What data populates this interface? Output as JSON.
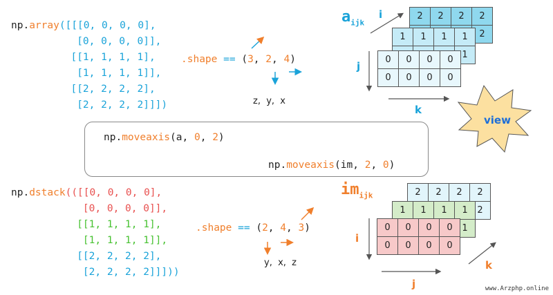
{
  "top": {
    "call": {
      "obj": "np",
      "fn": "array"
    },
    "lines": [
      "([[[0, 0, 0, 0],",
      "   [0, 0, 0, 0]],",
      "  [[1, 1, 1, 1],",
      "   [1, 1, 1, 1]],",
      "  [[2, 2, 2, 2],",
      "   [2, 2, 2, 2]]])"
    ],
    "shape_attr": ".shape",
    "shape_eq": "==",
    "shape_open": "(",
    "shape_vals": [
      "3",
      "2",
      "4"
    ],
    "shape_close": ")",
    "axes_text": "z,  y,  x",
    "var_name": "a",
    "var_sub": "ijk",
    "axis_i": "i",
    "axis_j": "j",
    "axis_k": "k",
    "layers": [
      {
        "value": "2",
        "color": "#8fd8ee"
      },
      {
        "value": "1",
        "color": "#c5ebf7"
      },
      {
        "value": "0",
        "color": "#e8f7fc"
      }
    ]
  },
  "view_label": "view",
  "middle": {
    "forward": {
      "obj": "np",
      "fn": "moveaxis",
      "args": [
        "a",
        "0",
        "2"
      ]
    },
    "backward": {
      "obj": "np",
      "fn": "moveaxis",
      "args": [
        "im",
        "2",
        "0"
      ]
    }
  },
  "bottom": {
    "call": {
      "obj": "np",
      "fn": "dstack"
    },
    "lines": [
      "(([[0, 0, 0, 0],",
      "    [0, 0, 0, 0]],",
      "   [[1, 1, 1, 1],",
      "    [1, 1, 1, 1]],",
      "   [[2, 2, 2, 2],",
      "    [2, 2, 2, 2]]]))"
    ],
    "shape_attr": ".shape",
    "shape_eq": "==",
    "shape_open": "(",
    "shape_vals": [
      "2",
      "4",
      "3"
    ],
    "shape_close": ")",
    "axes_text": "y,  x,  z",
    "var_name": "im",
    "var_sub": "ijk",
    "axis_i": "i",
    "axis_j": "j",
    "axis_k": "k",
    "layers": [
      {
        "value": "2",
        "color": "#e2f5fb"
      },
      {
        "value": "1",
        "color": "#d4ecc9"
      },
      {
        "value": "0",
        "color": "#f7c9c9"
      }
    ]
  },
  "colors": {
    "fn": "#f07f2c",
    "blue": "#1aa3d9",
    "green": "#48c232",
    "red": "#e8504f",
    "arrow_blue": "#1e88e5",
    "star": "#fce0a0",
    "view_text": "#1e6fd8"
  },
  "watermark": "www.Arzphp.online"
}
